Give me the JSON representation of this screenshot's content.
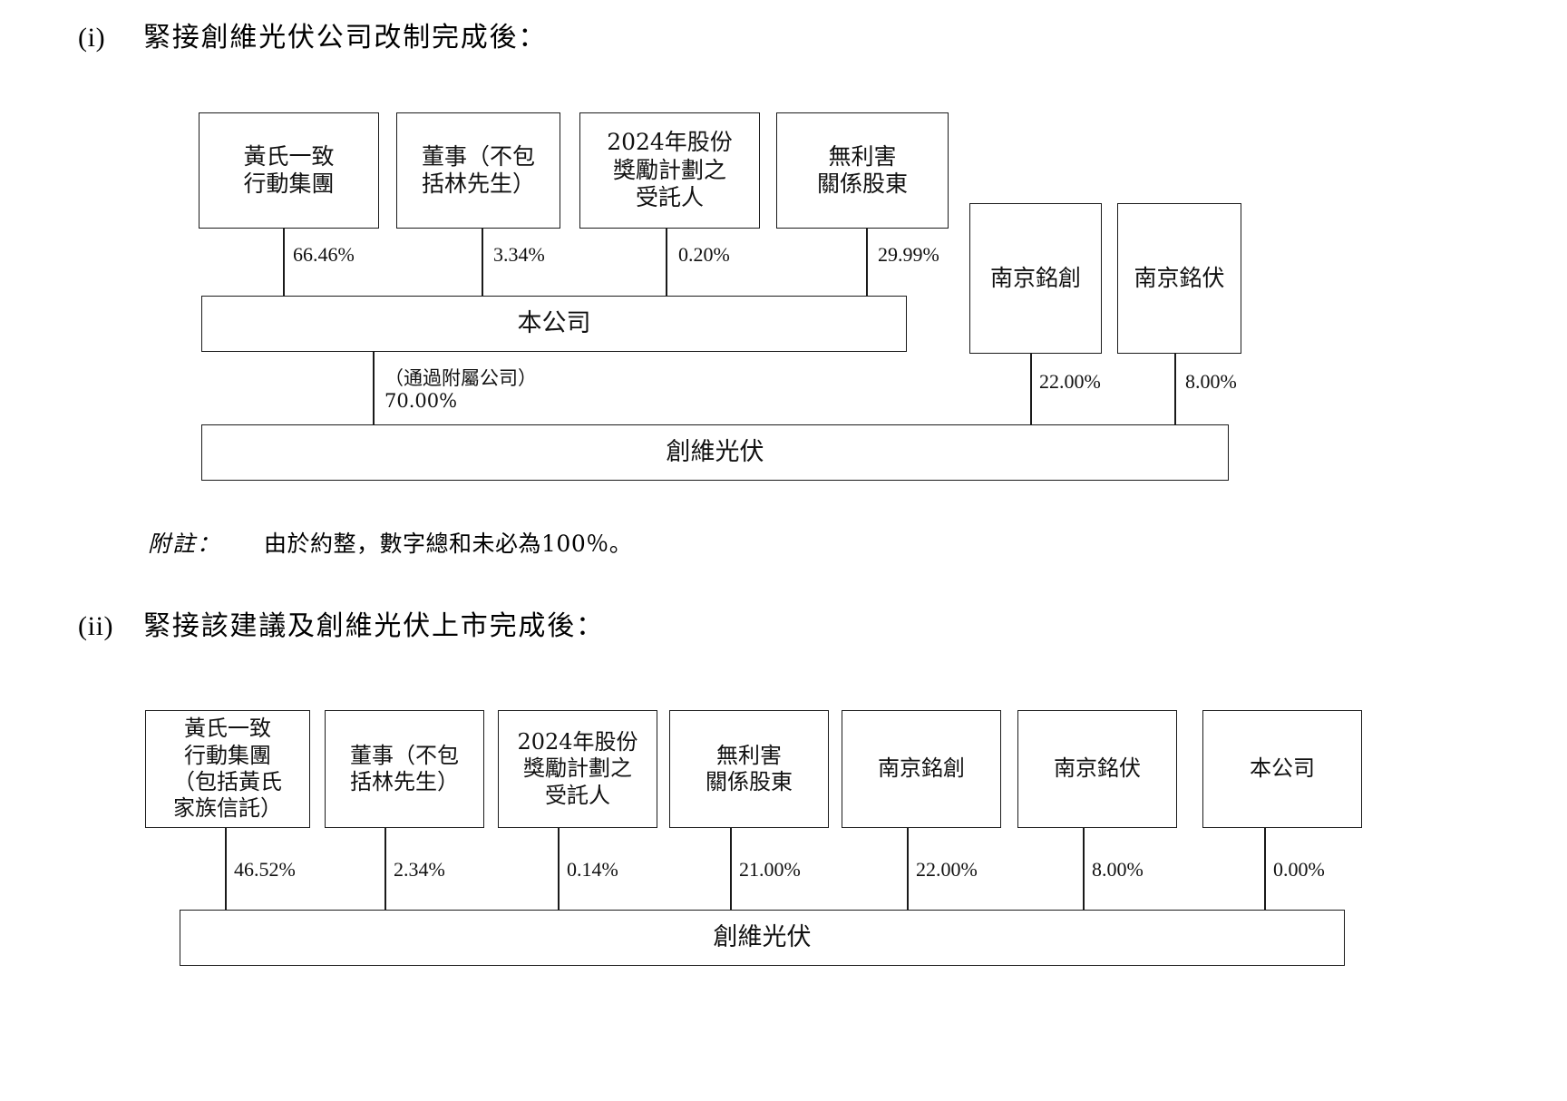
{
  "sections": [
    {
      "number": "(i)",
      "title": "緊接創維光伏公司改制完成後："
    },
    {
      "number": "(ii)",
      "title": "緊接該建議及創維光伏上市完成後："
    }
  ],
  "diagram1": {
    "top_boxes": [
      {
        "label": "黃氏一致\n行動集團",
        "pct": "66.46%"
      },
      {
        "label": "董事（不包\n括林先生）",
        "pct": "3.34%"
      },
      {
        "label": "2024年股份\n獎勵計劃之\n受託人",
        "pct": "0.20%"
      },
      {
        "label": "無利害\n關係股東",
        "pct": "29.99%"
      }
    ],
    "side_boxes": [
      {
        "label": "南京銘創",
        "pct": "22.00%"
      },
      {
        "label": "南京銘伏",
        "pct": "8.00%"
      }
    ],
    "mid_box": {
      "label": "本公司"
    },
    "mid_link": {
      "note": "（通過附屬公司）",
      "pct": "70.00%"
    },
    "bottom_box": {
      "label": "創維光伏"
    }
  },
  "footnote": {
    "label": "附註：",
    "text": "由於約整，數字總和未必為100％。"
  },
  "diagram2": {
    "top_boxes": [
      {
        "label": "黃氏一致\n行動集團\n（包括黃氏\n家族信託）",
        "pct": "46.52%"
      },
      {
        "label": "董事（不包\n括林先生）",
        "pct": "2.34%"
      },
      {
        "label": "2024年股份\n獎勵計劃之\n受託人",
        "pct": "0.14%"
      },
      {
        "label": "無利害\n關係股東",
        "pct": "21.00%"
      },
      {
        "label": "南京銘創",
        "pct": "22.00%"
      },
      {
        "label": "南京銘伏",
        "pct": "8.00%"
      },
      {
        "label": "本公司",
        "pct": "0.00%"
      }
    ],
    "bottom_box": {
      "label": "創維光伏"
    }
  },
  "colors": {
    "line": "#1a1a1a",
    "text": "#111111",
    "background": "#ffffff"
  }
}
